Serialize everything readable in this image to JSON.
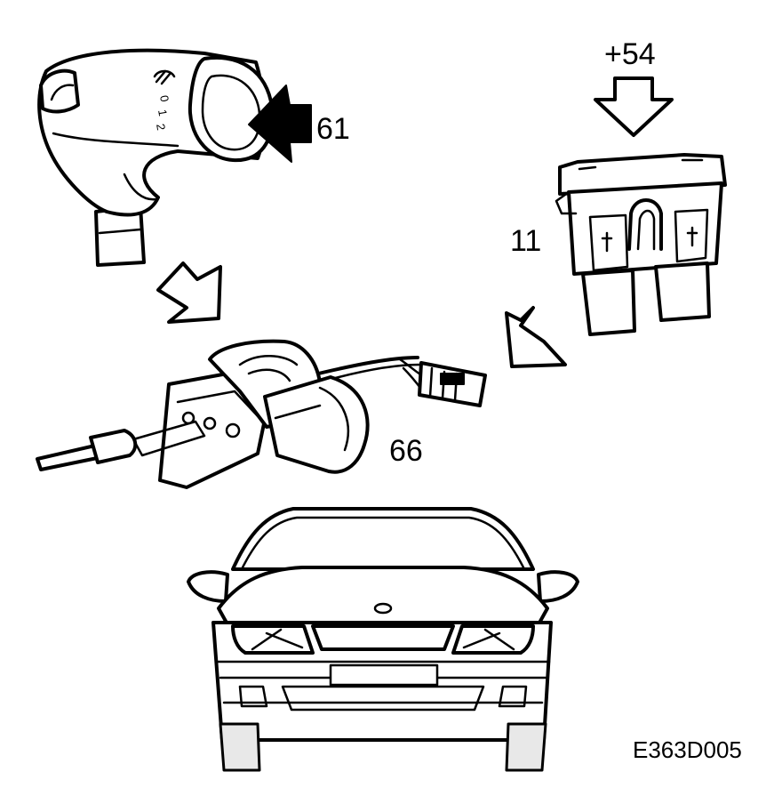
{
  "labels": {
    "switch": "61",
    "fuse": "11",
    "voltage": "+54",
    "motor": "66",
    "figure_code": "E363D005"
  },
  "switch_markings": {
    "pos_0": "0",
    "pos_1": "1",
    "pos_2": "2"
  }
}
